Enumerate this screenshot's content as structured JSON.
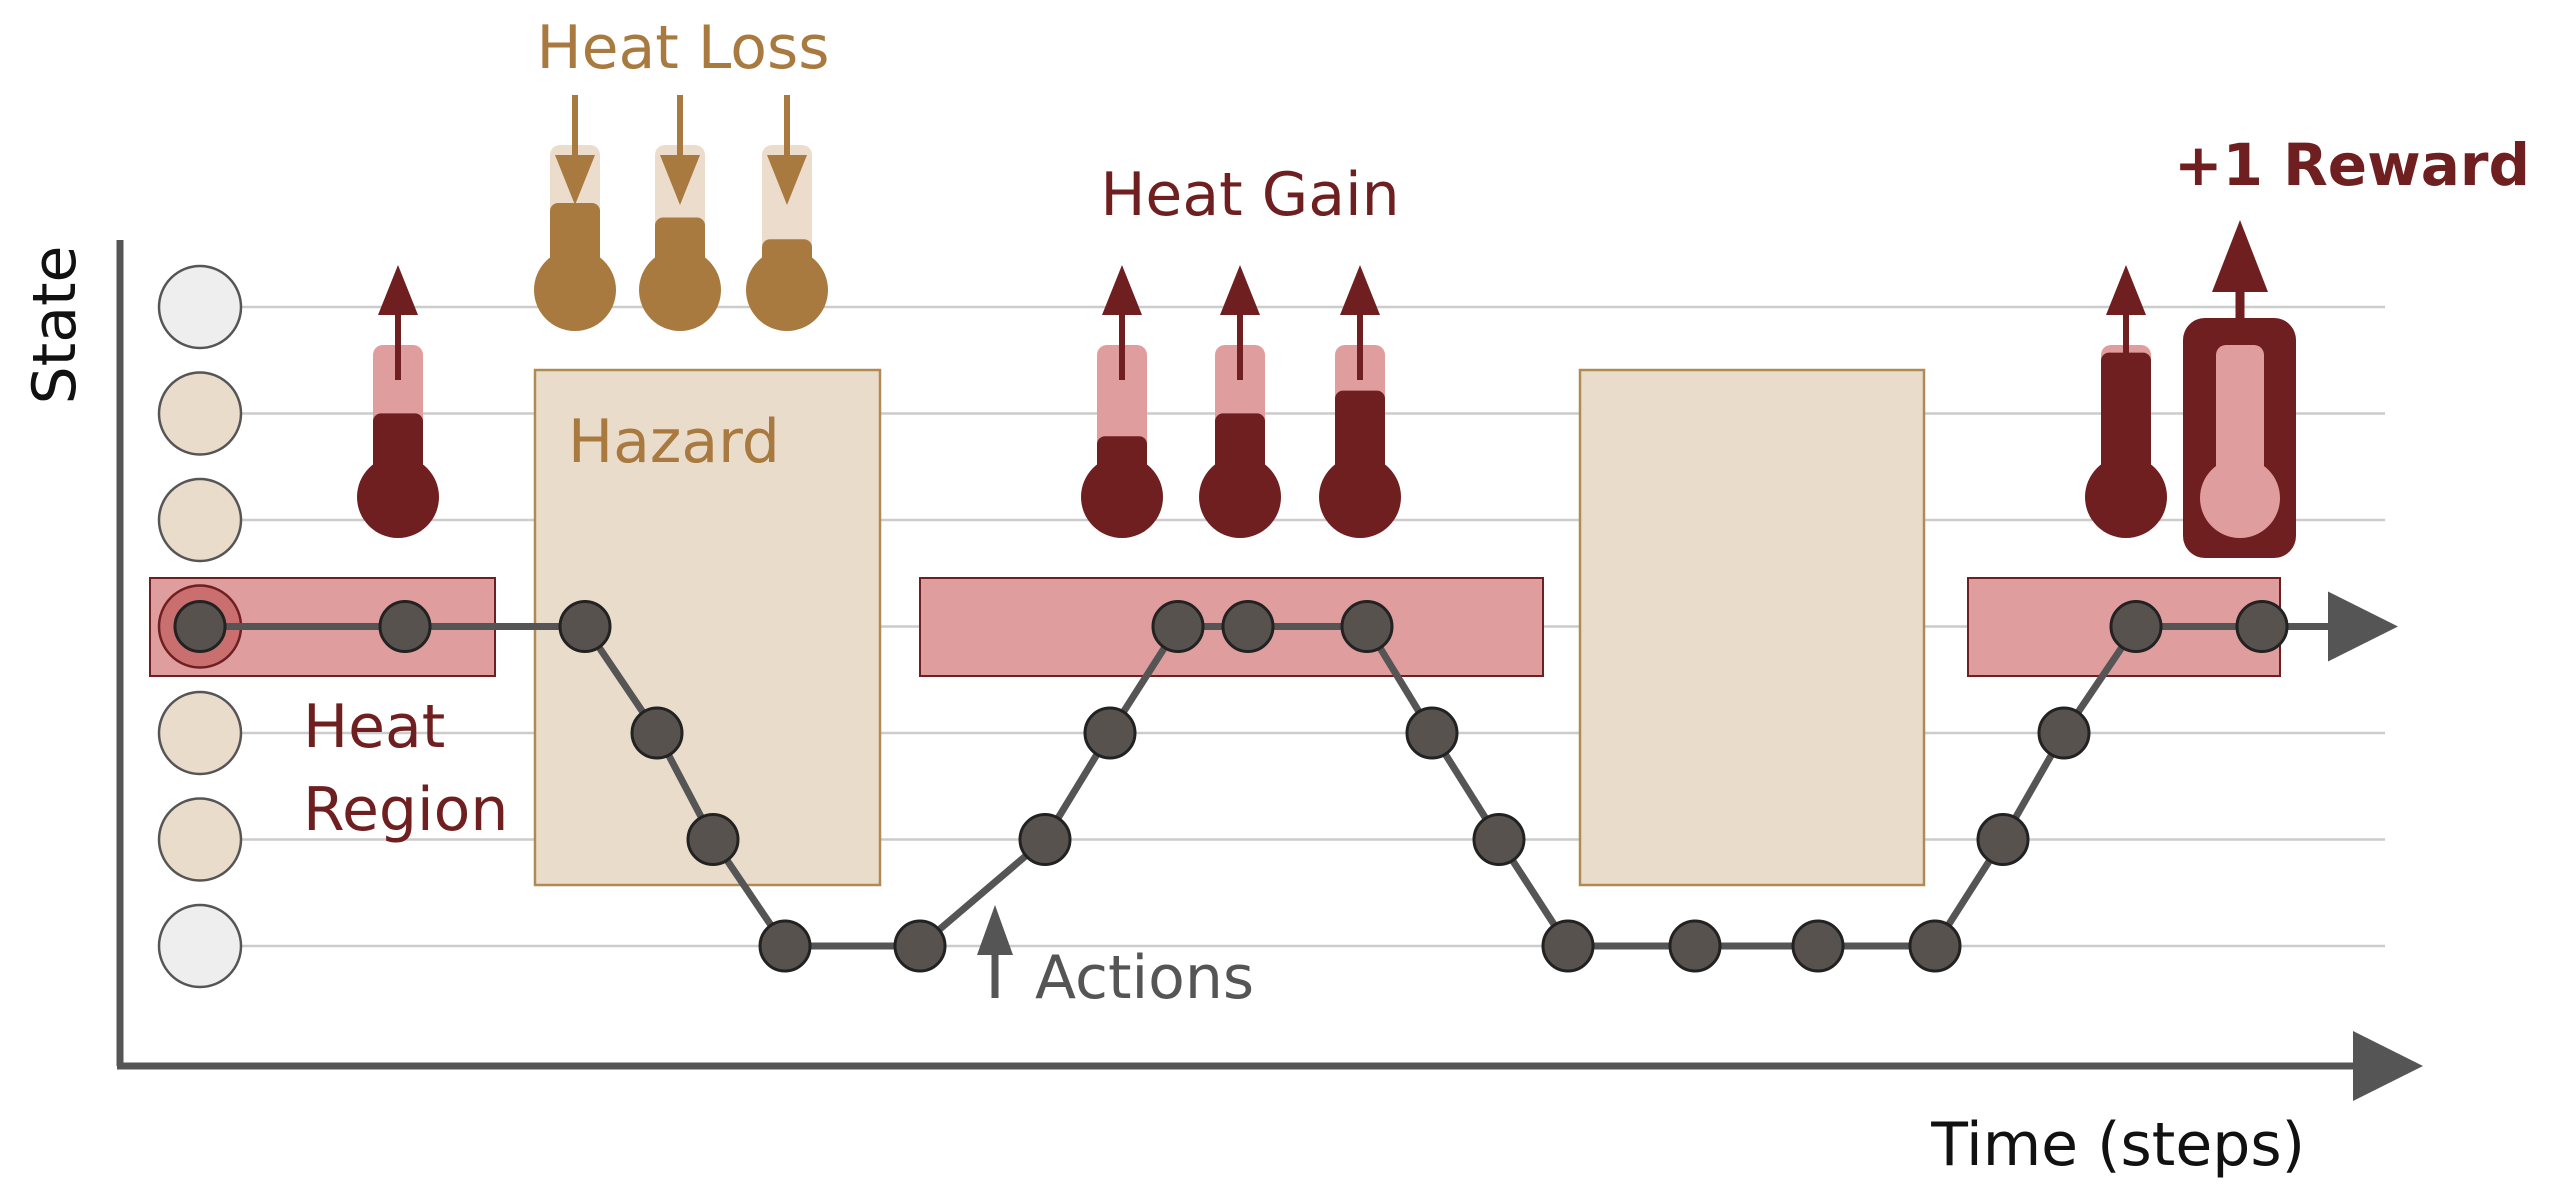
{
  "labels": {
    "y_axis": "State",
    "x_axis": "Time (steps)",
    "heat_loss": "Heat Loss",
    "heat_gain": "Heat Gain",
    "hazard": "Hazard",
    "heat_region_line1": "Heat",
    "heat_region_line2": "Region",
    "actions": "Actions",
    "reward": "+1 Reward"
  },
  "colors": {
    "axis": "#555555",
    "gridline": "#cccccc",
    "heat_loss": "#a97a3f",
    "heat_loss_light": "#ecdccb",
    "heat_gain_dark": "#6f1f1f",
    "heat_gain_light": "#e09d9d",
    "hazard_fill": "#eadccb",
    "hazard_stroke": "#b08a55",
    "heat_region_fill": "#e09d9d",
    "state_node_gray": "#eeeeee",
    "state_node_beige": "#eadccb",
    "trajectory": "#555555",
    "trajectory_node": "#58524f"
  },
  "diagram": {
    "state_levels": 7,
    "heat_region_state": 3,
    "trajectory_states": [
      3,
      3,
      3,
      4,
      5,
      6,
      6,
      5,
      4,
      3,
      3,
      3,
      4,
      5,
      6,
      6,
      6,
      6,
      5,
      4,
      3,
      3
    ],
    "heat_loss_thermometer_levels": [
      0.6,
      0.5,
      0.35
    ],
    "heat_gain_thermometer_levels": [
      0.4,
      0.55,
      0.7
    ],
    "final_thermometer_level": 1.0
  }
}
